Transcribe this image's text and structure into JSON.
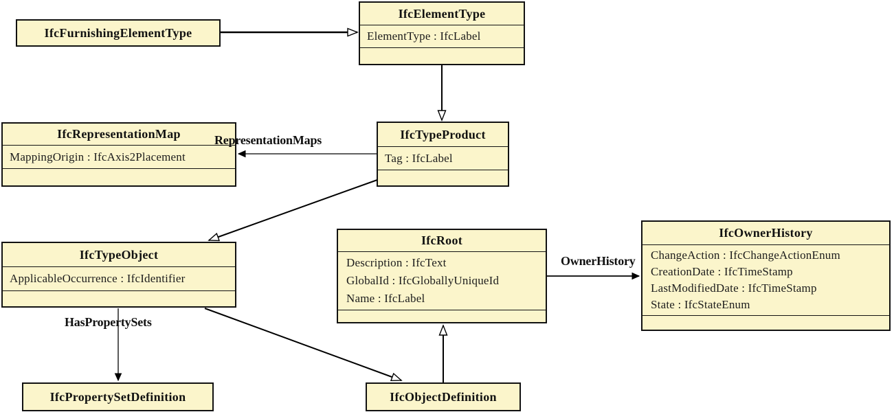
{
  "diagram": {
    "title": "IFC class diagram",
    "background_color": "#ffffff",
    "box_fill_color": "#FBF5CB",
    "box_border_color": "#111111",
    "line_color": "#000000"
  },
  "classes": [
    {
      "name": "IfcFurnishingElementType",
      "attributes": []
    },
    {
      "name": "IfcElementType",
      "attributes": [
        "ElementType : IfcLabel"
      ]
    },
    {
      "name": "IfcRepresentationMap",
      "attributes": [
        "MappingOrigin : IfcAxis2Placement"
      ]
    },
    {
      "name": "IfcTypeProduct",
      "attributes": [
        "Tag : IfcLabel"
      ]
    },
    {
      "name": "IfcTypeObject",
      "attributes": [
        "ApplicableOccurrence : IfcIdentifier"
      ]
    },
    {
      "name": "IfcRoot",
      "attributes": [
        "Description : IfcText",
        "GlobalId : IfcGloballyUniqueId",
        "Name : IfcLabel"
      ]
    },
    {
      "name": "IfcOwnerHistory",
      "attributes": [
        "ChangeAction : IfcChangeActionEnum",
        "CreationDate : IfcTimeStamp",
        "LastModifiedDate : IfcTimeStamp",
        "State : IfcStateEnum"
      ]
    },
    {
      "name": "IfcPropertySetDefinition",
      "attributes": []
    },
    {
      "name": "IfcObjectDefinition",
      "attributes": []
    }
  ],
  "associations": [
    {
      "label": "RepresentationMaps",
      "from": "IfcTypeProduct",
      "to": "IfcRepresentationMap"
    },
    {
      "label": "OwnerHistory",
      "from": "IfcRoot",
      "to": "IfcOwnerHistory"
    },
    {
      "label": "HasPropertySets",
      "from": "IfcTypeObject",
      "to": "IfcPropertySetDefinition"
    }
  ],
  "inheritance": [
    {
      "from": "IfcFurnishingElementType",
      "to": "IfcElementType"
    },
    {
      "from": "IfcElementType",
      "to": "IfcTypeProduct"
    },
    {
      "from": "IfcTypeProduct",
      "to": "IfcTypeObject"
    },
    {
      "from": "IfcTypeObject",
      "to": "IfcObjectDefinition"
    },
    {
      "from": "IfcObjectDefinition",
      "to": "IfcRoot"
    }
  ]
}
